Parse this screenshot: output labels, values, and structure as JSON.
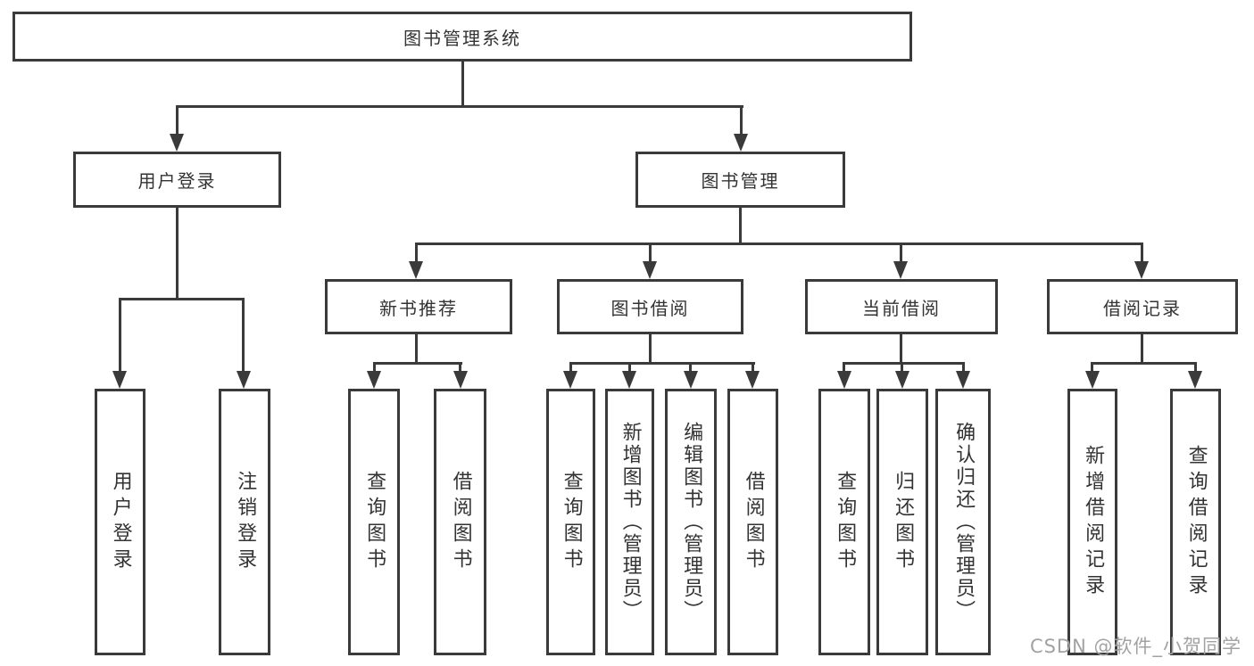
{
  "tree": {
    "root": "图书管理系统",
    "branches": [
      {
        "label": "用户登录",
        "children": [
          "用户登录",
          "注销登录"
        ]
      },
      {
        "label": "图书管理",
        "groups": [
          {
            "label": "新书推荐",
            "children": [
              "查询图书",
              "借阅图书"
            ]
          },
          {
            "label": "图书借阅",
            "children": [
              "查询图书",
              "新增图书（管理员）",
              "编辑图书（管理员）",
              "借阅图书"
            ]
          },
          {
            "label": "当前借阅",
            "children": [
              "查询图书",
              "归还图书",
              "确认归还（管理员）"
            ]
          },
          {
            "label": "借阅记录",
            "children": [
              "新增借阅记录",
              "查询借阅记录"
            ]
          }
        ]
      }
    ]
  },
  "watermark": "CSDN @软件_小贺同学",
  "colors": {
    "line": "#3a3a3a",
    "text": "#333333",
    "watermark": "#a2a2a2"
  }
}
